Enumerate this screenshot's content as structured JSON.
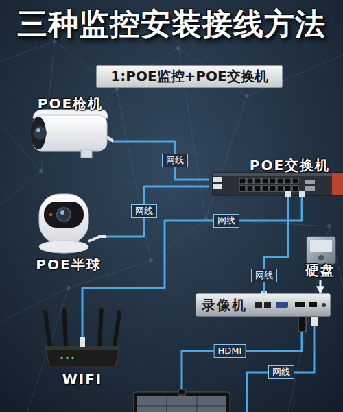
{
  "diagram": {
    "title": "三种监控安装接线方法",
    "nodes": [
      {
        "text": [
          "1:POE监控+POE交换机"
        ]
      },
      {
        "text": [
          "POE枪机"
        ]
      },
      {
        "text": [
          "POE交换机"
        ]
      },
      {
        "text": [
          "POE半球"
        ]
      },
      {
        "text": [
          "硬盘"
        ]
      },
      {
        "text": [
          "录像机"
        ]
      },
      {
        "text": [
          "WIFI"
        ]
      }
    ],
    "edges": [
      {
        "from": 1,
        "to": 2,
        "arrow": "none",
        "label": "网线"
      },
      {
        "from": 3,
        "to": 2,
        "arrow": "none",
        "label": "网线"
      },
      {
        "from": 6,
        "to": 2,
        "arrow": "none",
        "label": "网线"
      },
      {
        "from": 2,
        "to": 5,
        "arrow": "none",
        "label": "网线"
      },
      {
        "from": 4,
        "to": 5,
        "arrow": "to"
      }
    ],
    "labels": [
      "HDMI",
      "网线"
    ]
  }
}
